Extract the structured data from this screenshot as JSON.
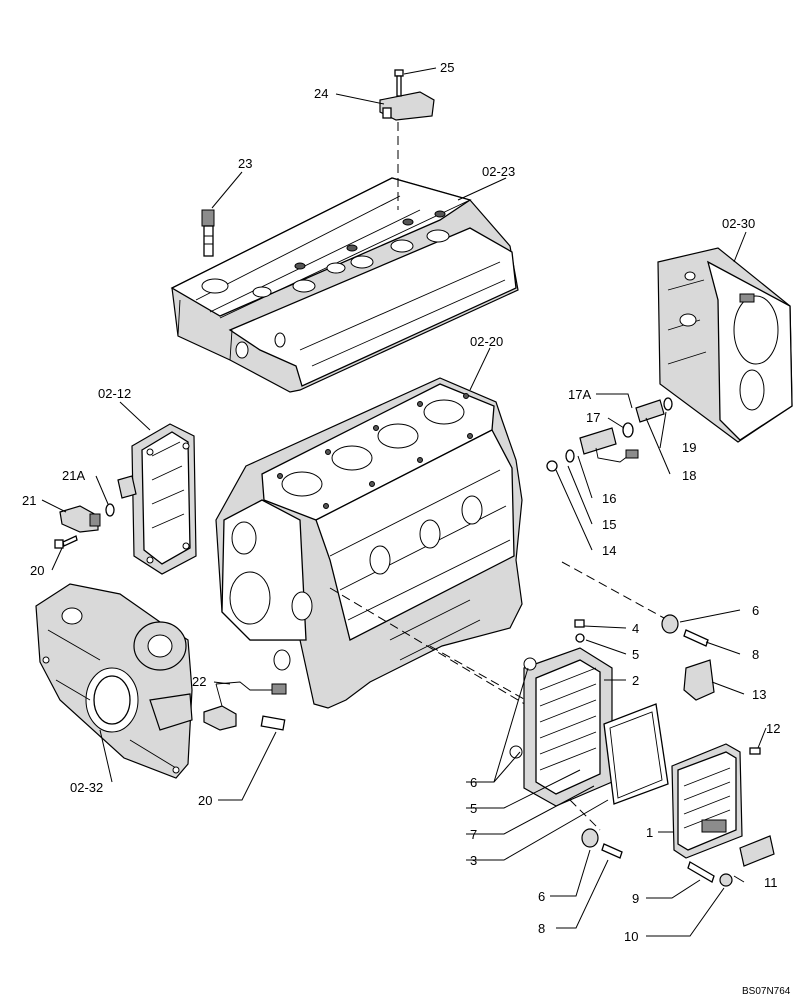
{
  "diagram": {
    "drawing_code": "BS07N764",
    "callouts": [
      {
        "id": "c25",
        "text": "25"
      },
      {
        "id": "c24",
        "text": "24"
      },
      {
        "id": "c23",
        "text": "23"
      },
      {
        "id": "c0223",
        "text": "02-23"
      },
      {
        "id": "c0230",
        "text": "02-30"
      },
      {
        "id": "c0220",
        "text": "02-20"
      },
      {
        "id": "c0212",
        "text": "02-12"
      },
      {
        "id": "c17A",
        "text": "17A"
      },
      {
        "id": "c17",
        "text": "17"
      },
      {
        "id": "c19",
        "text": "19"
      },
      {
        "id": "c18",
        "text": "18"
      },
      {
        "id": "c16",
        "text": "16"
      },
      {
        "id": "c15",
        "text": "15"
      },
      {
        "id": "c14",
        "text": "14"
      },
      {
        "id": "c21A",
        "text": "21A"
      },
      {
        "id": "c21",
        "text": "21"
      },
      {
        "id": "c20a",
        "text": "20"
      },
      {
        "id": "c6a",
        "text": "6"
      },
      {
        "id": "c4",
        "text": "4"
      },
      {
        "id": "c8a",
        "text": "8"
      },
      {
        "id": "c5a",
        "text": "5"
      },
      {
        "id": "c2",
        "text": "2"
      },
      {
        "id": "c22",
        "text": "22"
      },
      {
        "id": "c13",
        "text": "13"
      },
      {
        "id": "c12",
        "text": "12"
      },
      {
        "id": "c6b",
        "text": "6"
      },
      {
        "id": "c5b",
        "text": "5"
      },
      {
        "id": "c7",
        "text": "7"
      },
      {
        "id": "c0232",
        "text": "02-32"
      },
      {
        "id": "c20b",
        "text": "20"
      },
      {
        "id": "c1",
        "text": "1"
      },
      {
        "id": "c3",
        "text": "3"
      },
      {
        "id": "c6c",
        "text": "6"
      },
      {
        "id": "c9",
        "text": "9"
      },
      {
        "id": "c11",
        "text": "11"
      },
      {
        "id": "c8b",
        "text": "8"
      },
      {
        "id": "c10",
        "text": "10"
      }
    ]
  }
}
